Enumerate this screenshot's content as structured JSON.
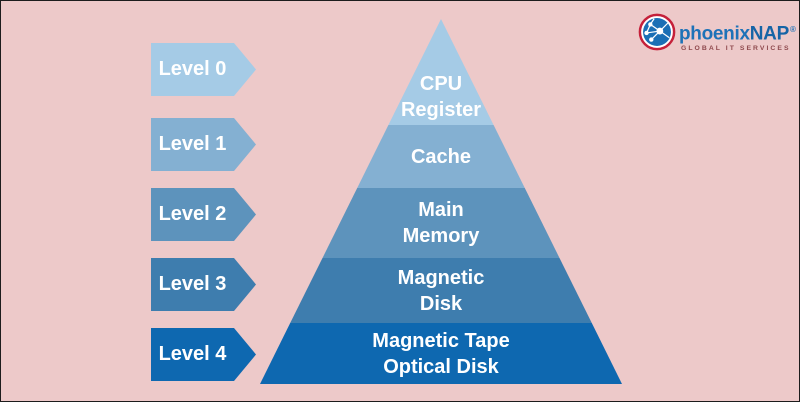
{
  "background_color": "#edc9c9",
  "border_color": "#1c1c1c",
  "levels": [
    {
      "label": "Level 0",
      "color": "#a5cbe6"
    },
    {
      "label": "Level 1",
      "color": "#84b0d2"
    },
    {
      "label": "Level 2",
      "color": "#5d93bc"
    },
    {
      "label": "Level 3",
      "color": "#3e7dae"
    },
    {
      "label": "Level 4",
      "color": "#0e68b0"
    }
  ],
  "pyramid": {
    "text_color": "#ffffff",
    "tiers": [
      {
        "line1": "CPU",
        "line2": "Register",
        "color": "#a5cbe6"
      },
      {
        "line1": "Cache",
        "line2": "",
        "color": "#84b0d2"
      },
      {
        "line1": "Main",
        "line2": "Memory",
        "color": "#5d93bc"
      },
      {
        "line1": "Magnetic",
        "line2": "Disk",
        "color": "#3e7dae"
      },
      {
        "line1": "Magnetic Tape",
        "line2": "Optical Disk",
        "color": "#0e68b0"
      }
    ]
  },
  "logo": {
    "brand_lower": "phoenix",
    "brand_upper": "NAP",
    "registered_mark": "®",
    "tagline": "GLOBAL IT SERVICES",
    "brand_color": "#1e72b8",
    "tagline_color": "#8f4a4e",
    "icon_ring_color": "#c5203a",
    "icon_globe_color": "#1a6fb5"
  }
}
